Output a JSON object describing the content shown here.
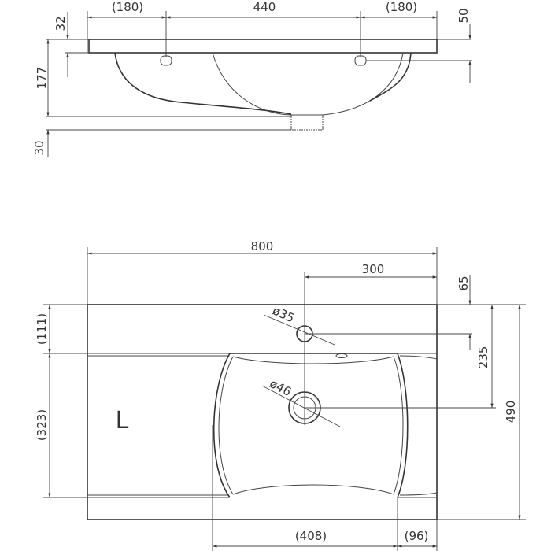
{
  "side_view": {
    "dims": {
      "left_hole_offset": "(180)",
      "hole_spacing": "440",
      "right_hole_offset": "(180)",
      "top_thickness": "32",
      "bowl_depth": "177",
      "drain_length": "30",
      "hole_depth": "50"
    }
  },
  "top_view": {
    "dims": {
      "width": "800",
      "tap_offset": "300",
      "tap_from_edge": "65",
      "drain_from_edge": "235",
      "depth": "490",
      "back_ledge": "(111)",
      "bowl_depth": "(323)",
      "bowl_width": "(408)",
      "right_margin": "(96)",
      "tap_hole_diameter": "ø35",
      "drain_diameter": "ø46"
    },
    "side_marker": "L"
  }
}
